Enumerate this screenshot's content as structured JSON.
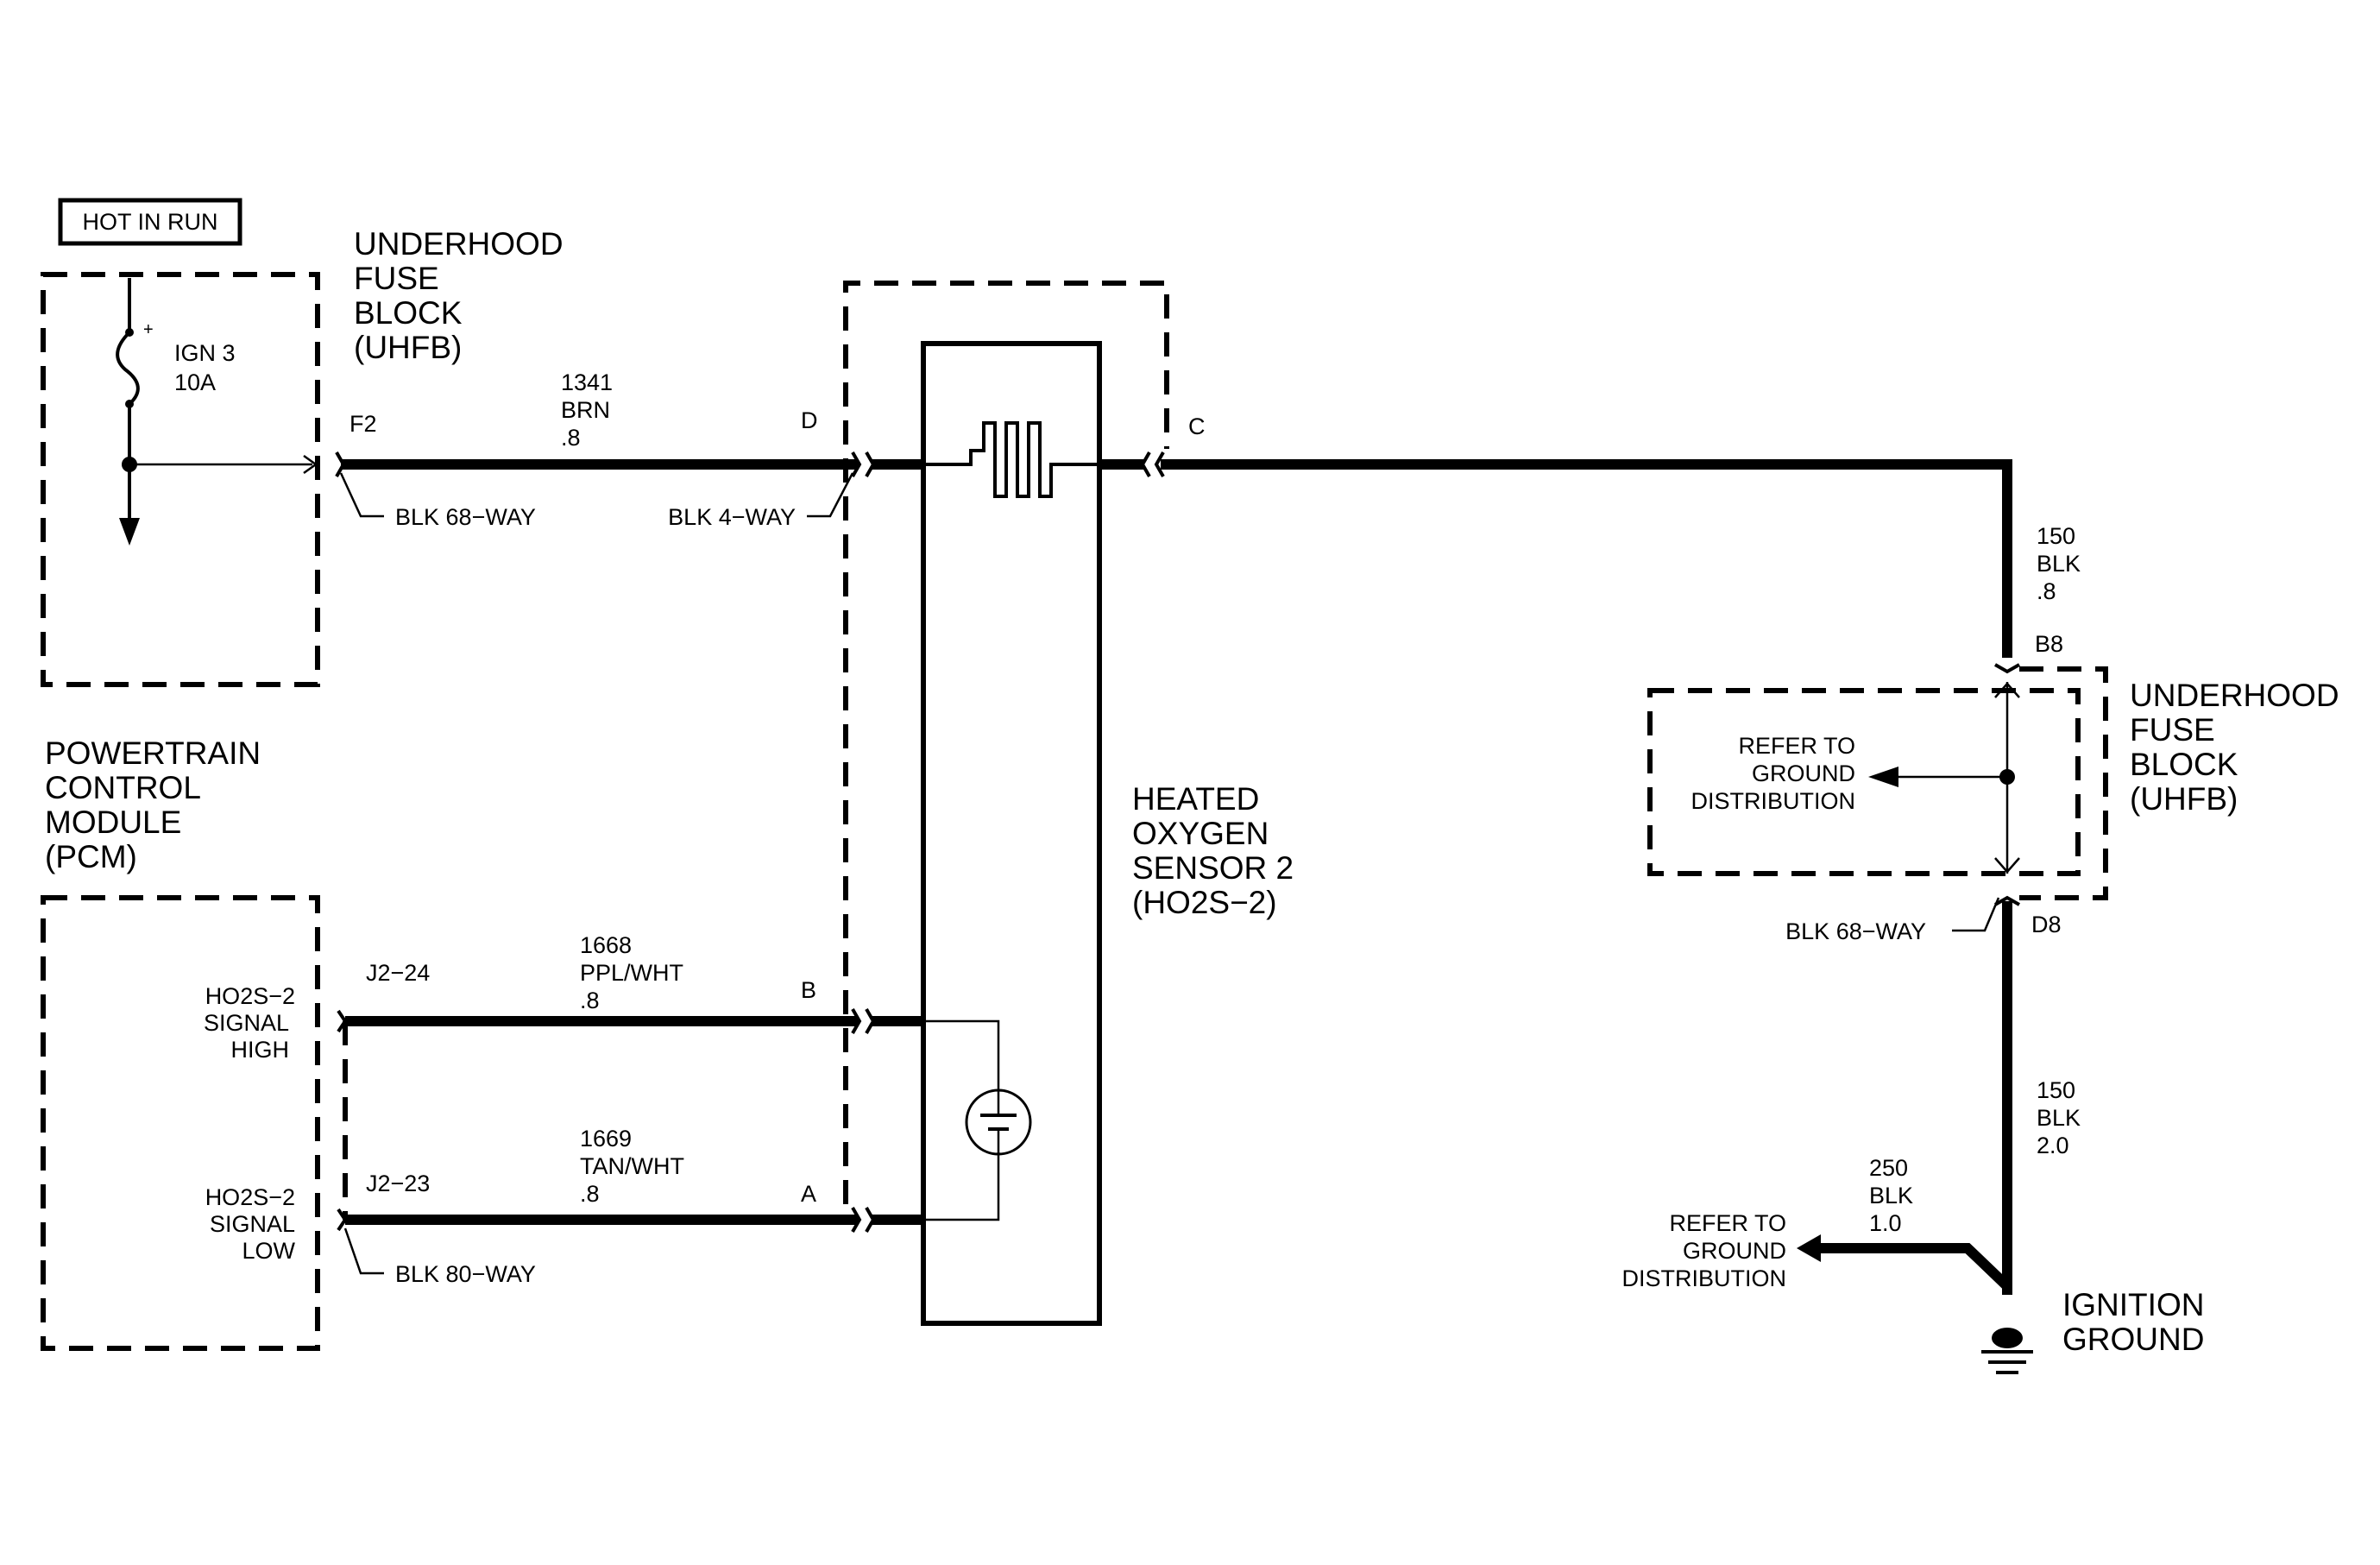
{
  "hot_in_run": "HOT IN RUN",
  "uhfb_top": {
    "line1": "UNDERHOOD",
    "line2": "FUSE",
    "line3": "BLOCK",
    "line4": "(UHFB)"
  },
  "fuse": {
    "name": "IGN 3",
    "rating": "10A",
    "plus": "+"
  },
  "pcm": {
    "line1": "POWERTRAIN",
    "line2": "CONTROL",
    "line3": "MODULE",
    "line4": "(PCM)"
  },
  "pcm_pins": {
    "high": {
      "l1": "HO2S−2",
      "l2": "SIGNAL",
      "l3": "HIGH",
      "pin": "J2−24"
    },
    "low": {
      "l1": "HO2S−2",
      "l2": "SIGNAL",
      "l3": "LOW",
      "pin": "J2−23"
    }
  },
  "wires": {
    "w1341": {
      "circuit": "1341",
      "color": "BRN",
      "gauge": ".8"
    },
    "w1668": {
      "circuit": "1668",
      "color": "PPL/WHT",
      "gauge": ".8"
    },
    "w1669": {
      "circuit": "1669",
      "color": "TAN/WHT",
      "gauge": ".8"
    },
    "w150a": {
      "circuit": "150",
      "color": "BLK",
      "gauge": ".8"
    },
    "w150b": {
      "circuit": "150",
      "color": "BLK",
      "gauge": "2.0"
    },
    "w250": {
      "circuit": "250",
      "color": "BLK",
      "gauge": "1.0"
    }
  },
  "connectors": {
    "f2": "F2",
    "d": "D",
    "c": "C",
    "b": "B",
    "a": "A",
    "b8": "B8",
    "d8": "D8",
    "blk68_left": "BLK 68−WAY",
    "blk4": "BLK 4−WAY",
    "blk80": "BLK 80−WAY",
    "blk68_right": "BLK 68−WAY"
  },
  "sensor": {
    "line1": "HEATED",
    "line2": "OXYGEN",
    "line3": "SENSOR 2",
    "line4": "(HO2S−2)"
  },
  "uhfb_right": {
    "line1": "UNDERHOOD",
    "line2": "FUSE",
    "line3": "BLOCK",
    "line4": "(UHFB)"
  },
  "ground_ref_inner": {
    "l1": "REFER TO",
    "l2": "GROUND",
    "l3": "DISTRIBUTION"
  },
  "ground_ref_outer": {
    "l1": "REFER TO",
    "l2": "GROUND",
    "l3": "DISTRIBUTION"
  },
  "ignition_ground": {
    "l1": "IGNITION",
    "l2": "GROUND"
  }
}
